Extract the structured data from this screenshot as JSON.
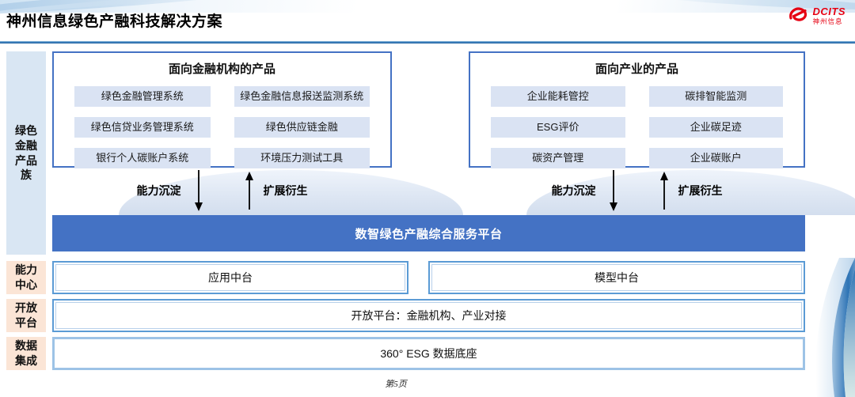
{
  "header": {
    "title": "神州信息绿色产融科技解决方案",
    "logo_brand": "DCITS",
    "logo_sub": "神州信息"
  },
  "sidebar": {
    "product_family": "绿色\n金融\n产品\n族",
    "ability_center": "能力\n中心",
    "open_platform": "开放\n平台",
    "data_integration": "数据\n集成"
  },
  "finance_box": {
    "title": "面向金融机构的产品",
    "items": [
      "绿色金融管理系统",
      "绿色金融信息报送监测系统",
      "绿色信贷业务管理系统",
      "绿色供应链金融",
      "银行个人碳账户系统",
      "环境压力测试工具"
    ]
  },
  "industry_box": {
    "title": "面向产业的产品",
    "items": [
      "企业能耗管控",
      "碳排智能监测",
      "ESG评价",
      "企业碳足迹",
      "碳资产管理",
      "企业碳账户"
    ]
  },
  "arrows": {
    "down_label": "能力沉淀",
    "up_label": "扩展衍生"
  },
  "platform_bar": {
    "label": "数智绿色产融综合服务平台"
  },
  "middle_row": {
    "left": "应用中台",
    "right": "模型中台"
  },
  "open_row": {
    "label": "开放平台：金融机构、产业对接"
  },
  "data_row": {
    "label": "360° ESG 数据底座"
  },
  "footer": {
    "page": "第5页"
  },
  "colors": {
    "accent_blue": "#4472c4",
    "border_blue": "#5b9bd5",
    "light_border_blue": "#9dc3e6",
    "item_fill": "#dae3f3",
    "sidebar_blue": "#d9e6f3",
    "sidebar_peach": "#fbe5d6",
    "brand_red": "#e60012",
    "rule_blue": "#2e74b5"
  }
}
